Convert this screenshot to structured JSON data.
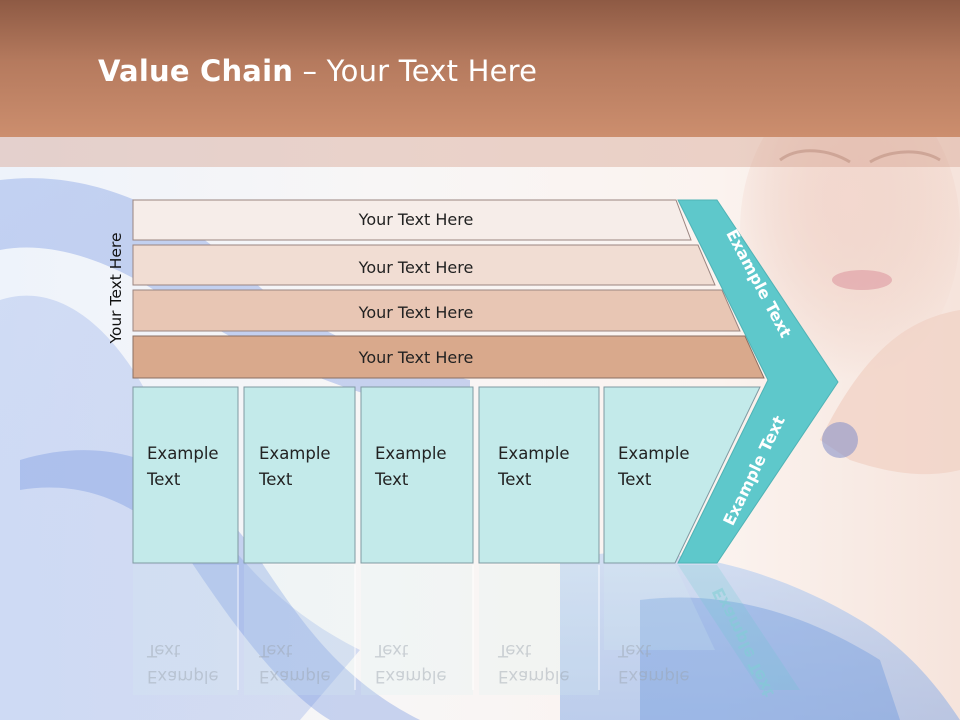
{
  "title": {
    "bold": "Value Chain",
    "rest": " – Your Text Here"
  },
  "side_label": "Your Text Here",
  "bars": [
    {
      "label": "Your Text Here",
      "color": "#f6ede9"
    },
    {
      "label": "Your Text Here",
      "color": "#f1ddd3"
    },
    {
      "label": "Your Text Here",
      "color": "#e8c6b4"
    },
    {
      "label": "Your Text Here",
      "color": "#d9a98c"
    }
  ],
  "boxes": [
    {
      "line1": "Example",
      "line2": "Text"
    },
    {
      "line1": "Example",
      "line2": "Text"
    },
    {
      "line1": "Example",
      "line2": "Text"
    },
    {
      "line1": "Example",
      "line2": "Text"
    },
    {
      "line1": "Example",
      "line2": "Text"
    }
  ],
  "arrow": {
    "upper": "Example Text",
    "lower": "Example Text"
  },
  "colors": {
    "header": "#b57a5e",
    "teal": "#5ec8cb",
    "box_fill": "#c3eaea",
    "box_border": "#7f9aa2"
  }
}
